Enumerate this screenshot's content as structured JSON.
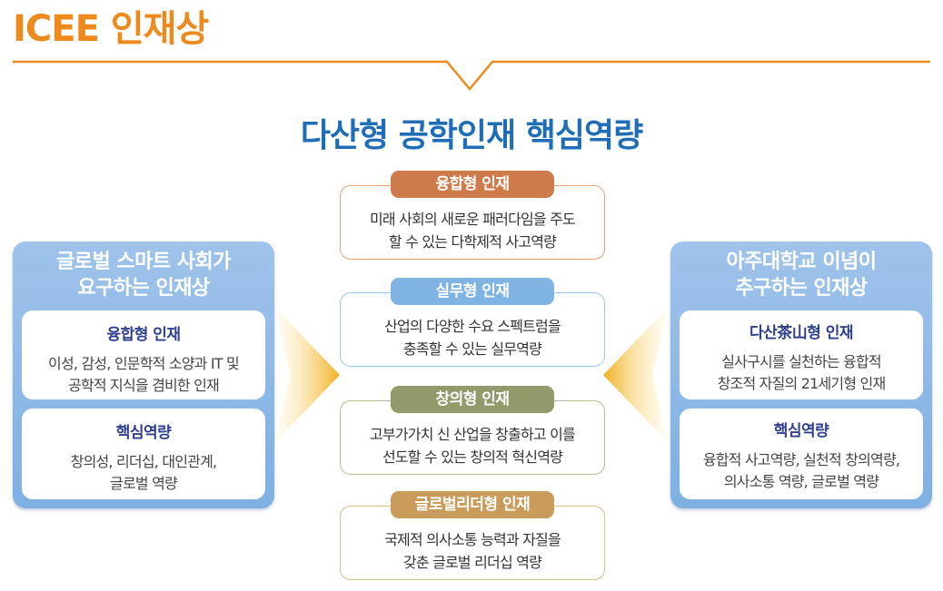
{
  "page": {
    "title": "ICEE 인재상",
    "heading": "다산형 공학인재 핵심역량"
  },
  "colors": {
    "title_orange": "#ee8a1c",
    "heading_blue": "#1f6db6",
    "panel_blue": "#8bb8e6",
    "arrow_gold": "#f2b52a"
  },
  "left_panel": {
    "heading_line1": "글로벌 스마트 사회가",
    "heading_line2": "요구하는 인재상",
    "card1_title": "융합형 인재",
    "card1_line1": "이성, 감성, 인문학적 소양과 IT 및",
    "card1_line2": "공학적 지식을 겸비한 인재",
    "card2_title": "핵심역량",
    "card2_line1": "창의성, 리더십, 대인관계,",
    "card2_line2": "글로벌 역량"
  },
  "right_panel": {
    "heading_line1": "아주대학교 이념이",
    "heading_line2": "추구하는 인재상",
    "card1_title": "다산茶山형 인재",
    "card1_line1": "실사구시를 실천하는 융합적",
    "card1_line2": "창조적 자질의 21세기형 인재",
    "card2_title": "핵심역량",
    "card2_line1": "융합적 사고역량, 실천적 창의역량,",
    "card2_line2": "의사소통 역량, 글로벌 역량"
  },
  "talents": [
    {
      "tag": "융합형 인재",
      "line1": "미래 사회의 새로운 패러다임을 주도",
      "line2": "할 수 있는 다학제적 사고역량",
      "color": "#cf7a4a"
    },
    {
      "tag": "실무형 인재",
      "line1": "산업의 다양한 수요 스펙트럼을",
      "line2": "충족할 수 있는 실무역량",
      "color": "#7fb3e4"
    },
    {
      "tag": "창의형 인재",
      "line1": "고부가가치 신 산업을 창출하고 이를",
      "line2": "선도할 수 있는 창의적 혁신역량",
      "color": "#92996a"
    },
    {
      "tag": "글로벌리더형 인재",
      "line1": "국제적 의사소통 능력과 자질을",
      "line2": "갖춘 글로벌 리더십 역량",
      "color": "#c99c5b"
    }
  ]
}
